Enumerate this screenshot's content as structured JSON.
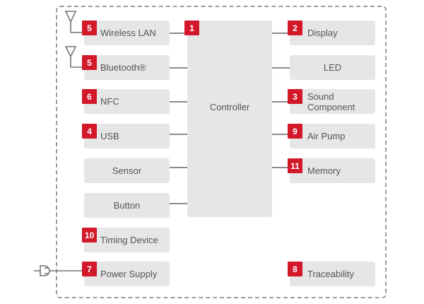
{
  "controller": {
    "label": "Controller",
    "badge": "1"
  },
  "left": [
    {
      "label": "Wireless LAN",
      "badge": "5"
    },
    {
      "label": "Bluetooth®",
      "badge": "5"
    },
    {
      "label": "NFC",
      "badge": "6"
    },
    {
      "label": "USB",
      "badge": "4"
    },
    {
      "label": "Sensor",
      "badge": ""
    },
    {
      "label": "Button",
      "badge": ""
    },
    {
      "label": "Timing Device",
      "badge": "10"
    },
    {
      "label": "Power Supply",
      "badge": "7"
    }
  ],
  "right": [
    {
      "label": "Display",
      "badge": "2"
    },
    {
      "label": "LED",
      "badge": ""
    },
    {
      "label": "Sound Component",
      "badge": "3"
    },
    {
      "label": "Air Pump",
      "badge": "9"
    },
    {
      "label": "Memory",
      "badge": "11"
    },
    {
      "label": "Traceability",
      "badge": "8"
    }
  ],
  "icons": {
    "antenna_1": "antenna-icon",
    "antenna_2": "antenna-icon",
    "plug": "power-plug-icon"
  },
  "colors": {
    "badge": "#d3182a",
    "box": "#e6e6e6",
    "text": "#555555",
    "frame": "#9a9a9a"
  }
}
